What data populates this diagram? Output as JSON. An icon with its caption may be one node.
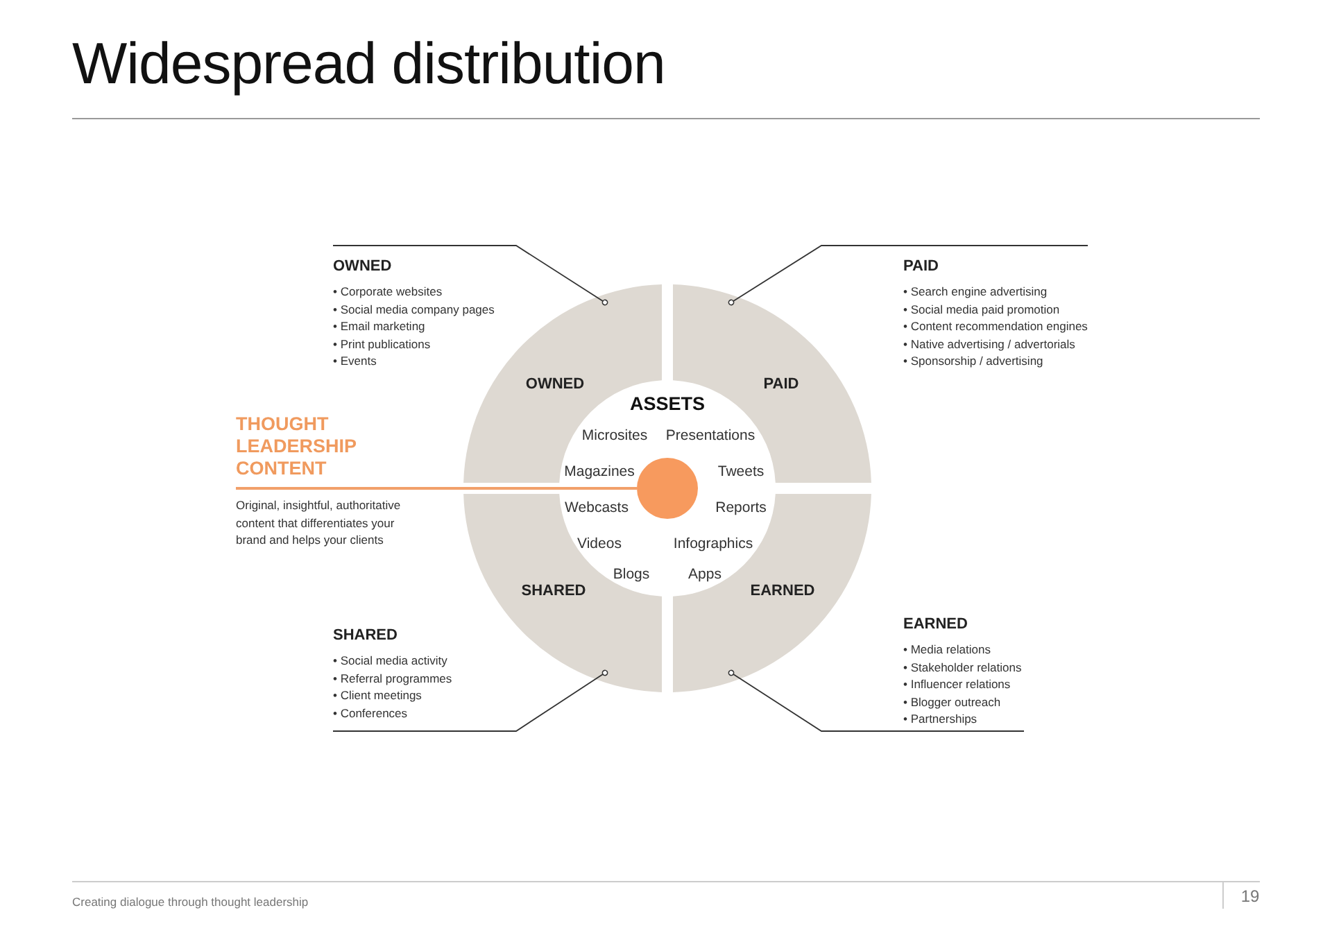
{
  "diagram": {
    "title": "Widespread distribution",
    "nodes": [
      {
        "text": [
          "OWNED",
          "• Corporate websites",
          "• Social media company pages",
          "• Email marketing",
          "• Print publications",
          "• Events"
        ]
      },
      {
        "text": [
          "PAID",
          "• Search engine advertising",
          "• Social media paid promotion",
          "• Content recommendation engines",
          "• Native advertising / advertorials",
          "• Sponsorship / advertising"
        ]
      },
      {
        "text": [
          "OWNED"
        ]
      },
      {
        "text": [
          "PAID"
        ]
      },
      {
        "text": [
          "THOUGHT LEADERSHIP CONTENT",
          "Original, insightful, authoritative content that differentiates your brand and helps your clients"
        ]
      },
      {
        "text": [],
        "shape": "circle"
      },
      {
        "text": [
          "SHARED"
        ]
      },
      {
        "text": [
          "EARNED"
        ]
      },
      {
        "text": [
          "EARNED",
          "• Media relations",
          "• Stakeholder relations",
          "• Influencer relations",
          "• Blogger outreach",
          "• Partnerships"
        ]
      },
      {
        "text": [
          "SHARED",
          "• Social media activity",
          "• Referral programmes",
          "• Client meetings",
          "• Conferences"
        ]
      }
    ],
    "edges": [
      {
        "from": 0,
        "to": 2,
        "arrow": "other"
      },
      {
        "from": 1,
        "to": 3,
        "arrow": "other"
      },
      {
        "from": 4,
        "to": 5,
        "arrow": "none",
        "color": "#f2a06a"
      },
      {
        "from": 9,
        "to": 6,
        "arrow": "other"
      },
      {
        "from": 8,
        "to": 7,
        "arrow": "other"
      }
    ],
    "labels": [
      "ASSETS",
      "Microsites",
      "Presentations",
      "Magazines",
      "Tweets",
      "Webcasts",
      "Reports",
      "Videos",
      "Infographics",
      "Blogs",
      "Apps",
      "Creating dialogue through thought leadership",
      "19"
    ]
  }
}
